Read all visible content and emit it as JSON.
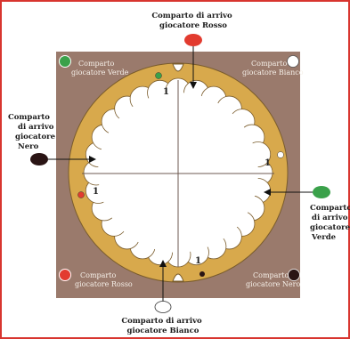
{
  "labels": {
    "arrivo_rosso": [
      "Comparto di arrivo",
      "giocatore Rosso"
    ],
    "arrivo_nero": [
      "Comparto",
      "di arrivo",
      "giocatore",
      "Nero"
    ],
    "arrivo_verde": [
      "Comparto",
      "di arrivo",
      "giocatore",
      "Verde"
    ],
    "arrivo_bianco": [
      "Comparto di arrivo",
      "giocatore Bianco"
    ],
    "giocatore_verde": [
      "Comparto",
      "giocatore Verde"
    ],
    "giocatore_bianco": [
      "Comparto",
      "giocatore Bianco"
    ],
    "giocatore_rosso": [
      "Comparto",
      "giocatore Rosso"
    ],
    "giocatore_nero": [
      "Comparto",
      "giocatore Nero"
    ]
  },
  "space_numbers": [
    "1",
    "1",
    "1",
    "1"
  ],
  "colors": {
    "board": "#9a7a6c",
    "track": "#d8a94c",
    "red": "#e23b2f",
    "green": "#3aa14a",
    "black": "#2a1414",
    "white": "#ffffff",
    "frame": "#d8352f"
  }
}
